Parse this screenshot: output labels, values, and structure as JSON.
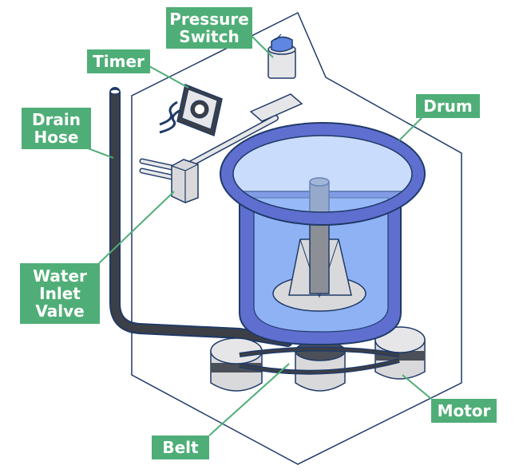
{
  "labels": {
    "pressure_switch": [
      "Pressure",
      "Switch"
    ],
    "timer": [
      "Timer"
    ],
    "drain_hose": [
      "Drain",
      "Hose"
    ],
    "drum": [
      "Drum"
    ],
    "water_inlet_valve": [
      "Water",
      "Inlet",
      "Valve"
    ],
    "motor": [
      "Motor"
    ],
    "belt": [
      "Belt"
    ]
  },
  "colors": {
    "label_bg": "#4fae77",
    "label_text": "#ffffff",
    "outline": "#1f3a68",
    "drum_fill": "#8fb2f5",
    "drum_rim": "#5f6fd0",
    "metal": "#d9d9db",
    "dark": "#3c3f46"
  }
}
